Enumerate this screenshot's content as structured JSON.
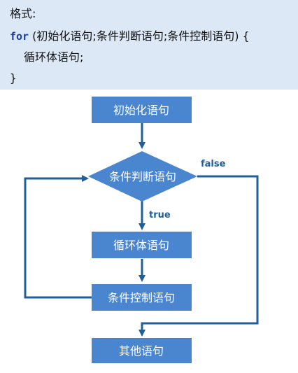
{
  "code": {
    "heading": "格式:",
    "keyword": "for",
    "header_rest": " (初始化语句;条件判断语句;条件控制语句) {",
    "body": "循环体语句;",
    "closing": "}"
  },
  "flowchart": {
    "nodes": {
      "init": "初始化语句",
      "condition": "条件判断语句",
      "body": "循环体语句",
      "control": "条件控制语句",
      "other": "其他语句"
    },
    "labels": {
      "true": "true",
      "false": "false"
    },
    "colors": {
      "node_fill": "#4a86cf",
      "arrow": "#1f5f9a"
    }
  }
}
